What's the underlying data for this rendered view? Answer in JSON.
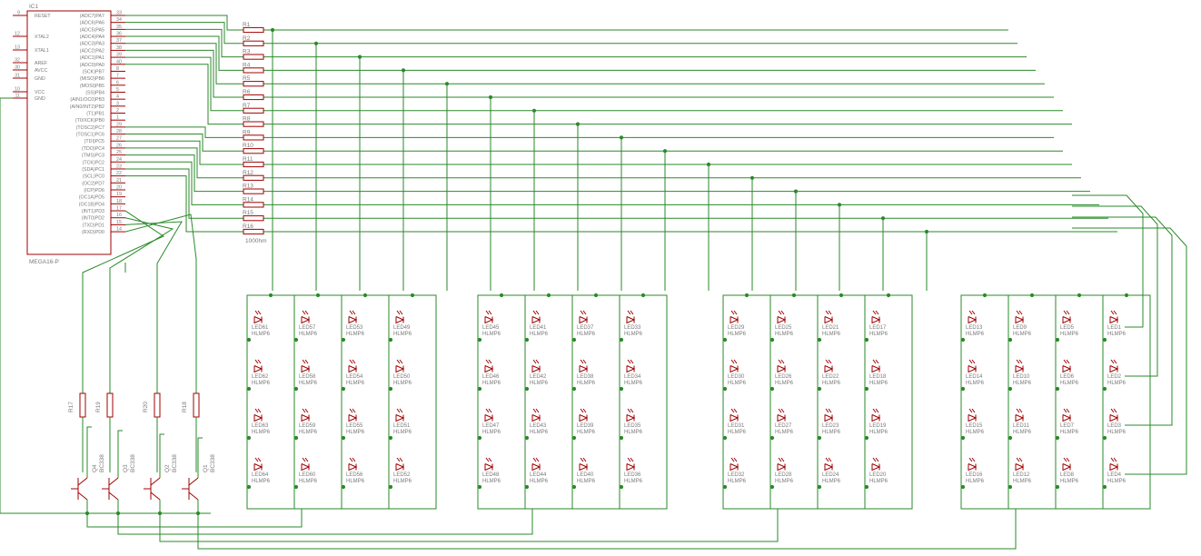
{
  "ic": {
    "ref": "IC1",
    "part": "MEGA16-P",
    "left_pins": [
      {
        "num": "9",
        "name": "RESET"
      },
      {
        "num": "12",
        "name": "XTAL2"
      },
      {
        "num": "13",
        "name": "XTAL1"
      },
      {
        "num": "32",
        "name": "AREF"
      },
      {
        "num": "30",
        "name": "AVCC"
      },
      {
        "num": "31",
        "name": "GND"
      },
      {
        "num": "10",
        "name": "VCC"
      },
      {
        "num": "11",
        "name": "GND"
      }
    ],
    "right_pins": [
      {
        "name": "(ADC7)PA7",
        "num": "33"
      },
      {
        "name": "(ADC6)PA6",
        "num": "34"
      },
      {
        "name": "(ADC5)PA5",
        "num": "35"
      },
      {
        "name": "(ADC4)PA4",
        "num": "36"
      },
      {
        "name": "(ADC3)PA3",
        "num": "37"
      },
      {
        "name": "(ADC2)PA2",
        "num": "38"
      },
      {
        "name": "(ADC1)PA1",
        "num": "39"
      },
      {
        "name": "(ADC0)PA0",
        "num": "40"
      },
      {
        "name": "(SCK)PB7",
        "num": "8"
      },
      {
        "name": "(MISO)PB6",
        "num": "7"
      },
      {
        "name": "(MOSI)PB5",
        "num": "6"
      },
      {
        "name": "(SS)PB4",
        "num": "5"
      },
      {
        "name": "(AIN1/OC0)PB3",
        "num": "4"
      },
      {
        "name": "(AIN0/INT2)PB2",
        "num": "3"
      },
      {
        "name": "(T1)PB1",
        "num": "2"
      },
      {
        "name": "(T0/XCK)PB0",
        "num": "1"
      },
      {
        "name": "(TOSC2)PC7",
        "num": "29"
      },
      {
        "name": "(TOSC1)PC6",
        "num": "28"
      },
      {
        "name": "(TDI)PC5",
        "num": "27"
      },
      {
        "name": "(TDO)PC4",
        "num": "26"
      },
      {
        "name": "(TMS)PC3",
        "num": "25"
      },
      {
        "name": "(TCK)PC2",
        "num": "24"
      },
      {
        "name": "(SDA)PC1",
        "num": "23"
      },
      {
        "name": "(SCL)PC0",
        "num": "22"
      },
      {
        "name": "(OC2)PD7",
        "num": "21"
      },
      {
        "name": "(ICP)PD6",
        "num": "20"
      },
      {
        "name": "(OC1A)PD5",
        "num": "19"
      },
      {
        "name": "(OC1B)PD4",
        "num": "18"
      },
      {
        "name": "(INT1)PD3",
        "num": "17"
      },
      {
        "name": "(INT0)PD2",
        "num": "16"
      },
      {
        "name": "(TXD)PD1",
        "num": "15"
      },
      {
        "name": "(RXD)PD0",
        "num": "14"
      }
    ]
  },
  "resistors": [
    "R1",
    "R2",
    "R3",
    "R4",
    "R5",
    "R6",
    "R7",
    "R8",
    "R9",
    "R10",
    "R11",
    "R12",
    "R13",
    "R14",
    "R15",
    "R16"
  ],
  "resistor_value": "1000hm",
  "base_resistors": [
    "R17",
    "R19",
    "R20",
    "R18"
  ],
  "transistors": [
    {
      "ref": "Q4",
      "part": "BC338"
    },
    {
      "ref": "Q3",
      "part": "BC338"
    },
    {
      "ref": "Q2",
      "part": "BC338"
    },
    {
      "ref": "Q1",
      "part": "BC338"
    }
  ],
  "led_part": "HLMP6",
  "led_refs": [
    [
      "LED61",
      "LED57",
      "LED53",
      "LED49",
      "LED45",
      "LED41",
      "LED37",
      "LED33",
      "LED29",
      "LED25",
      "LED21",
      "LED17",
      "LED13",
      "LED9",
      "LED5",
      "LED1"
    ],
    [
      "LED62",
      "LED58",
      "LED54",
      "LED50",
      "LED46",
      "LED42",
      "LED38",
      "LED34",
      "LED30",
      "LED26",
      "LED22",
      "LED18",
      "LED14",
      "LED10",
      "LED6",
      "LED2"
    ],
    [
      "LED63",
      "LED59",
      "LED55",
      "LED51",
      "LED47",
      "LED43",
      "LED39",
      "LED35",
      "LED31",
      "LED27",
      "LED23",
      "LED19",
      "LED15",
      "LED11",
      "LED7",
      "LED3"
    ],
    [
      "LED64",
      "LED60",
      "LED56",
      "LED52",
      "LED48",
      "LED44",
      "LED40",
      "LED36",
      "LED32",
      "LED28",
      "LED24",
      "LED20",
      "LED16",
      "LED12",
      "LED8",
      "LED4"
    ]
  ],
  "colors": {
    "symbol": "#a00000",
    "wire": "#2a8a2a",
    "text": "#7a7a7a",
    "background": "#ffffff"
  }
}
